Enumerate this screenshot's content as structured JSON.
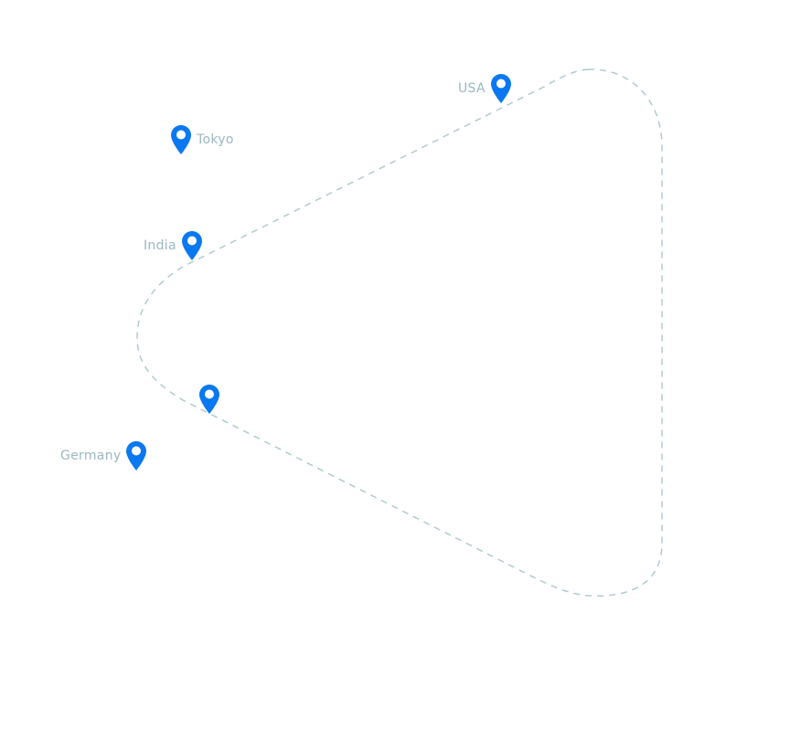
{
  "map": {
    "route_color": "#a9c8cf",
    "marker_color": "#0a78f0",
    "label_color": "#9ab8c2",
    "markers": [
      {
        "name": "USA",
        "icon": "map-pin-icon"
      },
      {
        "name": "Tokyo",
        "icon": "map-pin-icon"
      },
      {
        "name": "India",
        "icon": "map-pin-icon"
      },
      {
        "name": "",
        "icon": "map-pin-icon"
      },
      {
        "name": "Germany",
        "icon": "map-pin-icon"
      }
    ]
  }
}
